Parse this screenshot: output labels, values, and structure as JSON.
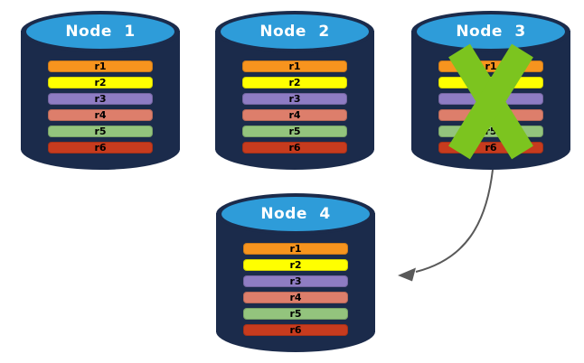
{
  "diagram": {
    "description": "Database replication diagram: four node cylinders each holding rows r1-r6; Node 3 is failed (green X) and its data is copied to new Node 4 via an arrow.",
    "nodes": [
      {
        "label": "Node 1",
        "failed": false,
        "rows": [
          "r1",
          "r2",
          "r3",
          "r4",
          "r5",
          "r6"
        ]
      },
      {
        "label": "Node 2",
        "failed": false,
        "rows": [
          "r1",
          "r2",
          "r3",
          "r4",
          "r5",
          "r6"
        ]
      },
      {
        "label": "Node 3",
        "failed": true,
        "rows": [
          "r1",
          "r2",
          "r3",
          "r4",
          "r5",
          "r6"
        ]
      },
      {
        "label": "Node 4",
        "failed": false,
        "rows": [
          "r1",
          "r2",
          "r3",
          "r4",
          "r5",
          "r6"
        ]
      }
    ],
    "row_colors": {
      "r1": "#F7941E",
      "r2": "#FFFF00",
      "r3": "#8E7CC3",
      "r4": "#DD7E6B",
      "r5": "#93C47D",
      "r6": "#C73B1E"
    },
    "colors": {
      "cylinder_body": "#1B2B4B",
      "cylinder_top": "#2E9CD9",
      "fail_x": "#7CC41F",
      "arrow": "#595959",
      "row_text": "#000000",
      "title_text": "#FFFFFF"
    },
    "arrow": {
      "from": "Node 3",
      "to": "Node 4"
    }
  }
}
